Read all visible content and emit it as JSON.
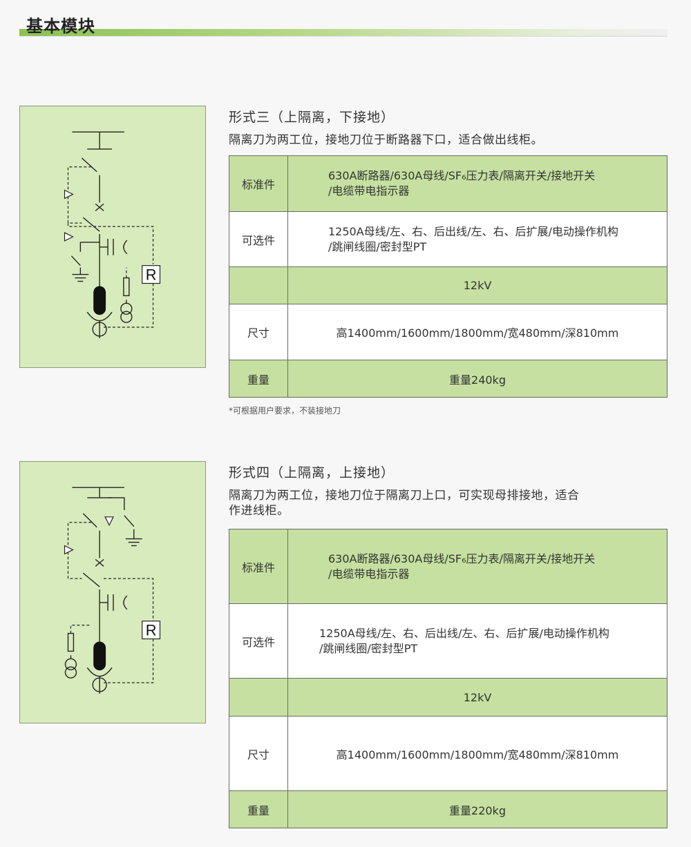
{
  "header": {
    "title": "基本模块"
  },
  "sections": [
    {
      "title": "形式三（上隔离，下接地）",
      "description": "隔离刀为两工位，接地刀位于断路器下口，适合做出线柜。",
      "rows": [
        {
          "label": "标准件",
          "value_line1": "630A断路器/630A母线/SF₆压力表/隔离开关/接地开关",
          "value_line2": "/电缆带电指示器"
        },
        {
          "label": "可选件",
          "value_line1": "1250A母线/左、右、后出线/左、右、后扩展/电动操作机构",
          "value_line2": "/跳闸线圈/密封型PT"
        },
        {
          "label": "",
          "value": "12kV"
        },
        {
          "label": "尺寸",
          "value": "高1400mm/1600mm/1800mm/宽480mm/深810mm"
        },
        {
          "label": "重量",
          "value": "重量240kg"
        }
      ],
      "footnote": "*可根据用户要求，不装接地刀",
      "diagram_label": "R"
    },
    {
      "title": "形式四（上隔离，上接地）",
      "description_line1": "隔离刀为两工位，接地刀位于隔离刀上口，可实现母排接地，适合",
      "description_line2": "作进线柜。",
      "rows": [
        {
          "label": "标准件",
          "value_line1": "630A断路器/630A母线/SF₆压力表/隔离开关/接地开关",
          "value_line2": "/电缆带电指示器"
        },
        {
          "label": "可选件",
          "value_line1": "1250A母线/左、右、后出线/左、右、后扩展/电动操作机构",
          "value_line2": "/跳闸线圈/密封型PT"
        },
        {
          "label": "",
          "value": "12kV"
        },
        {
          "label": "尺寸",
          "value": "高1400mm/1600mm/1800mm/宽480mm/深810mm"
        },
        {
          "label": "重量",
          "value": "重量220kg"
        }
      ],
      "diagram_label": "R"
    }
  ],
  "colors": {
    "accent_green": "#8cc152",
    "table_green": "#c5e0a0",
    "diagram_bg": "#d8ebbd"
  }
}
